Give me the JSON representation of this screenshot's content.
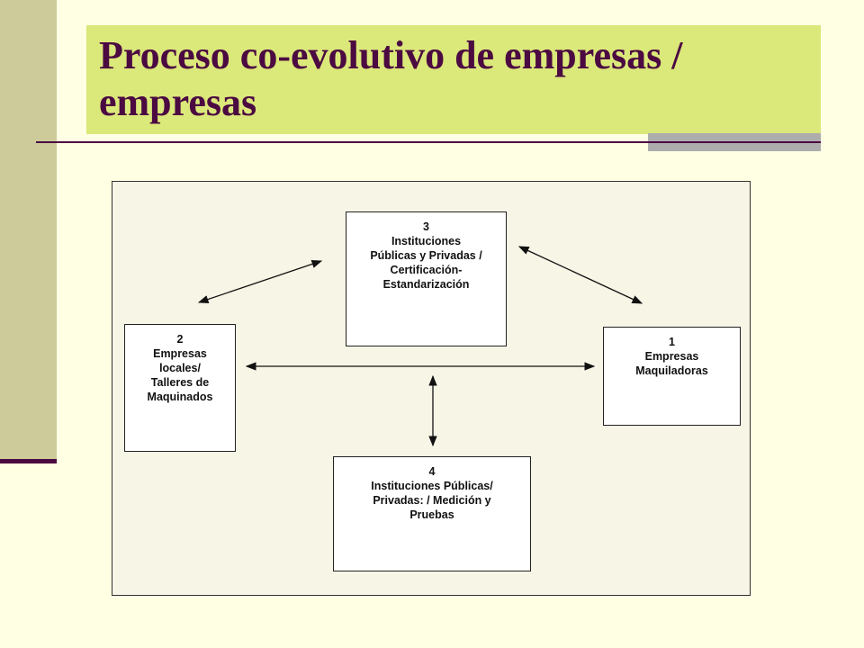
{
  "slide": {
    "title": "Proceso co-evolutivo de empresas / empresas"
  },
  "diagram": {
    "nodes": [
      {
        "id": "3",
        "number": "3",
        "label_lines": [
          "Instituciones",
          "Públicas y Privadas /",
          "Certificación-",
          "Estandarización"
        ]
      },
      {
        "id": "2",
        "number": "2",
        "label_lines": [
          "Empresas",
          "locales/",
          "Talleres de",
          "Maquinados"
        ]
      },
      {
        "id": "1",
        "number": "1",
        "label_lines": [
          "Empresas",
          "Maquiladoras"
        ]
      },
      {
        "id": "4",
        "number": "4",
        "label_lines": [
          "Instituciones Públicas/",
          "Privadas: / Medición y",
          "Pruebas"
        ]
      }
    ],
    "connections": [
      {
        "from": "2",
        "to": "3",
        "type": "bidirectional"
      },
      {
        "from": "3",
        "to": "1",
        "type": "bidirectional"
      },
      {
        "from": "2",
        "to": "1",
        "type": "bidirectional"
      },
      {
        "from": "3",
        "to": "4",
        "type": "bidirectional"
      }
    ]
  },
  "colors": {
    "background": "#ffffe3",
    "left_bar": "#cccb99",
    "title_box": "#dbe87a",
    "title_text": "#4b0a41",
    "accent_rule": "#4b0a41"
  }
}
